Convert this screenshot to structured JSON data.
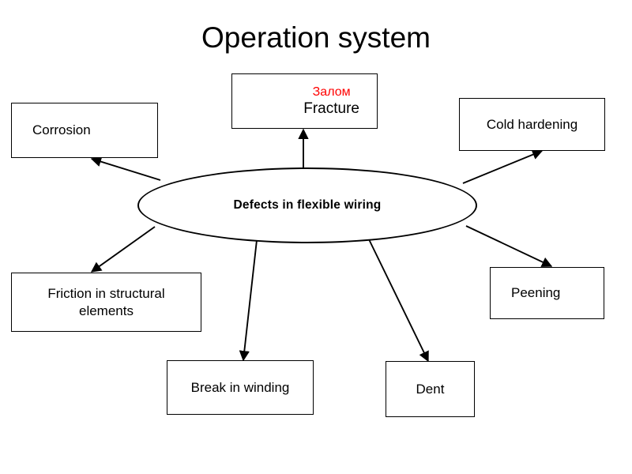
{
  "slide": {
    "title": "Operation system",
    "background_color": "#ffffff",
    "stroke_color": "#000000",
    "accent_color": "#ff0000"
  },
  "hub": {
    "label": "Defects in flexible wiring",
    "shape": "ellipse"
  },
  "nodes": [
    {
      "id": "corrosion",
      "label": "Corrosion",
      "align": "lean-left"
    },
    {
      "id": "fracture",
      "label_ru": "Залом",
      "label_en": "Fracture",
      "align": "lean-right"
    },
    {
      "id": "cold-hardening",
      "label": "Cold hardening",
      "align": "center"
    },
    {
      "id": "friction",
      "line1": "Friction in structural",
      "line2": "elements",
      "align": "center"
    },
    {
      "id": "peening",
      "label": "Peening",
      "align": "lean-left"
    },
    {
      "id": "break-in-winding",
      "label": "Break in winding",
      "align": "center"
    },
    {
      "id": "dent",
      "label": "Dent",
      "align": "center"
    }
  ],
  "edges": [
    {
      "from": "hub",
      "to": "corrosion",
      "direction": "outward"
    },
    {
      "from": "hub",
      "to": "fracture",
      "direction": "outward"
    },
    {
      "from": "hub",
      "to": "cold-hardening",
      "direction": "outward"
    },
    {
      "from": "hub",
      "to": "friction",
      "direction": "outward"
    },
    {
      "from": "hub",
      "to": "peening",
      "direction": "outward"
    },
    {
      "from": "hub",
      "to": "break-in-winding",
      "direction": "outward"
    },
    {
      "from": "hub",
      "to": "dent",
      "direction": "outward"
    }
  ]
}
